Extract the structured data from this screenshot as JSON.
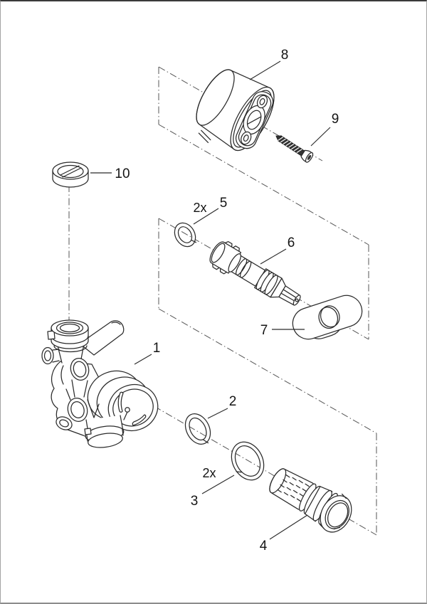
{
  "diagram": {
    "kind": "exploded-parts-diagram",
    "subject": "valve assembly exploded view",
    "colors": {
      "background": "#ffffff",
      "line": "#2b2b2b",
      "centerline": "#565656",
      "screw_fill": "#333333",
      "page_border": "#a3a3a3"
    }
  },
  "parts": {
    "p1": {
      "label": "1"
    },
    "p2": {
      "label": "2"
    },
    "p3": {
      "label": "3",
      "qty": "2x"
    },
    "p4": {
      "label": "4"
    },
    "p5": {
      "label": "5",
      "qty": "2x"
    },
    "p6": {
      "label": "6"
    },
    "p7": {
      "label": "7"
    },
    "p8": {
      "label": "8"
    },
    "p9": {
      "label": "9"
    },
    "p10": {
      "label": "10"
    }
  }
}
